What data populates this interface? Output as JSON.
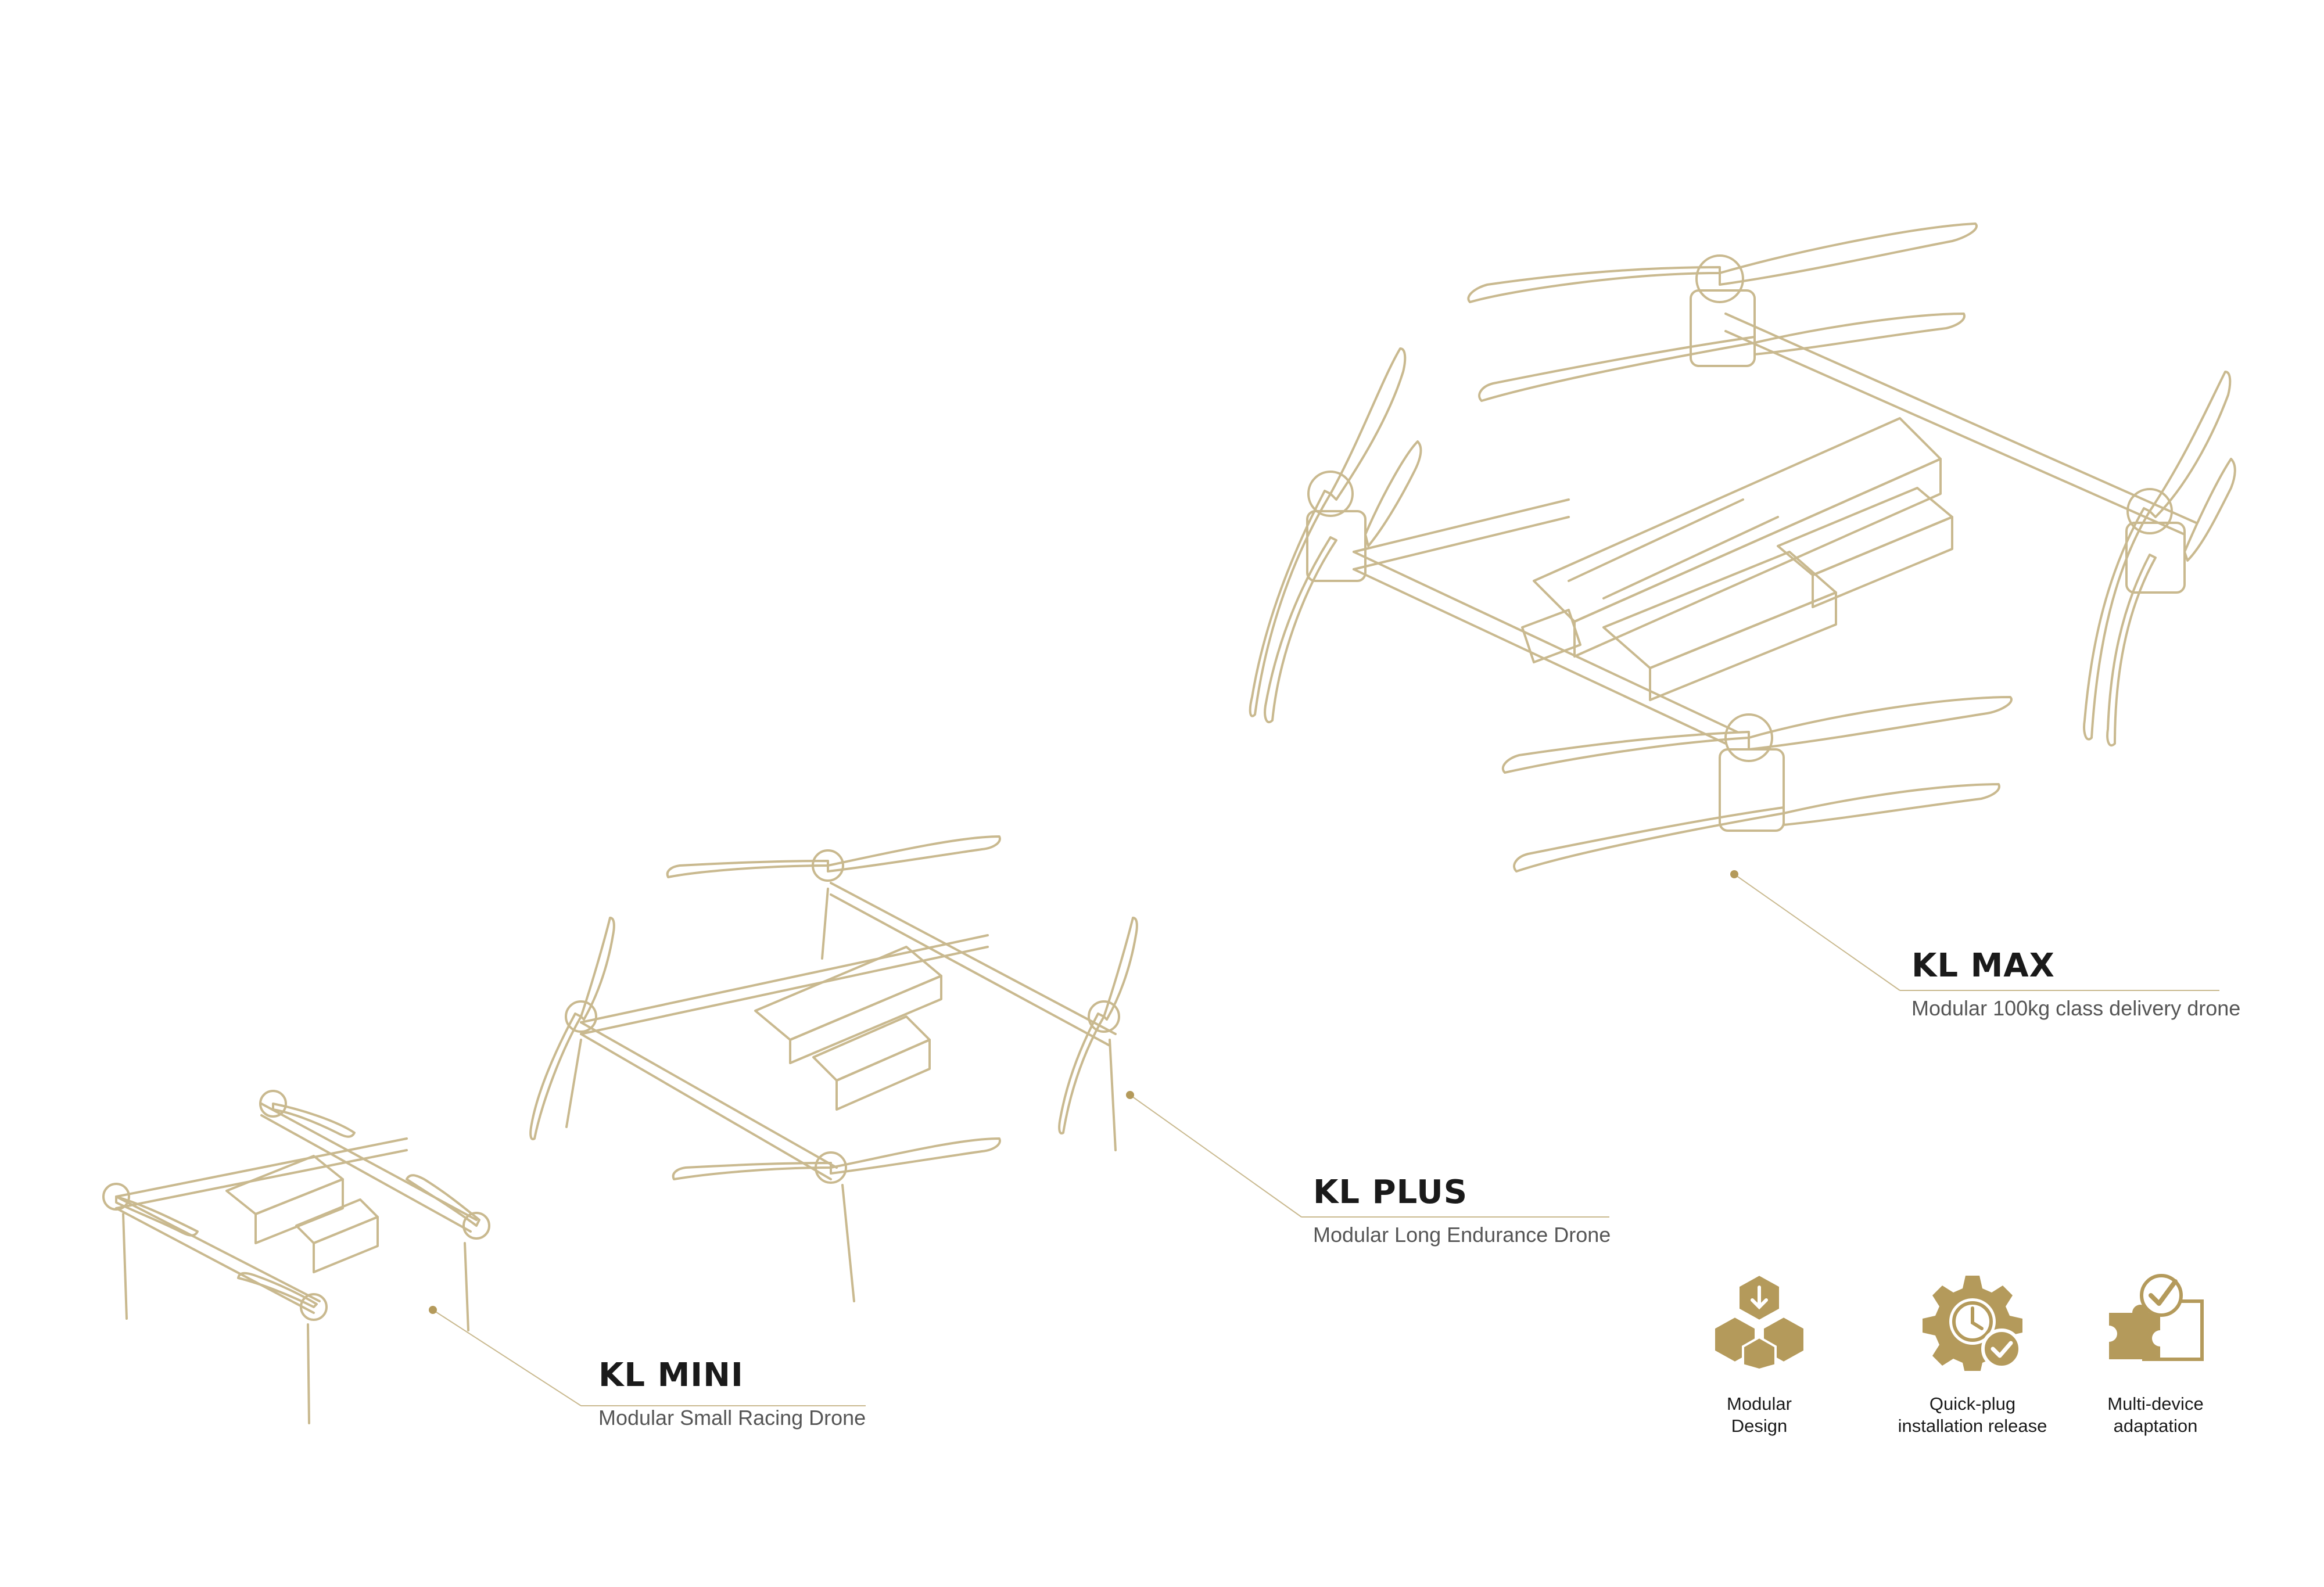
{
  "colors": {
    "accent": "#b49a5b",
    "line": "#c9b98f",
    "title": "#1a1a1a",
    "subtitle": "#555555"
  },
  "drones": [
    {
      "name": "KL MINI",
      "description": "Modular Small Racing Drone"
    },
    {
      "name": "KL PLUS",
      "description": "Modular Long Endurance Drone"
    },
    {
      "name": "KL MAX",
      "description": "Modular 100kg class delivery drone"
    }
  ],
  "features": [
    {
      "icon": "hexagon-modules-icon",
      "line1": "Modular",
      "line2": "Design"
    },
    {
      "icon": "gear-clock-check-icon",
      "line1": "Quick-plug",
      "line2": "installation release"
    },
    {
      "icon": "puzzle-check-icon",
      "line1": "Multi-device",
      "line2": "adaptation"
    }
  ]
}
